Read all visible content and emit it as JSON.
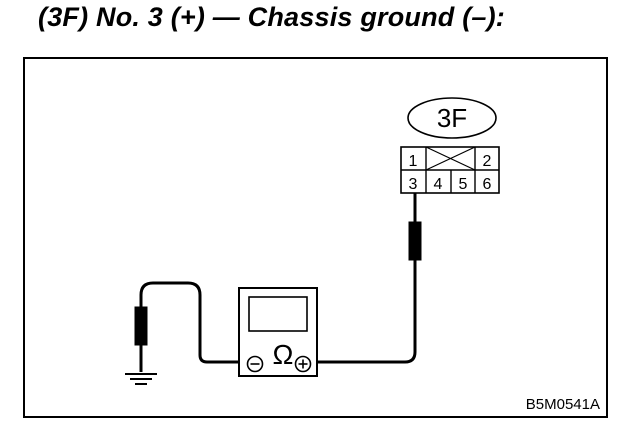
{
  "title": "(3F) No. 3 (+) — Chassis ground (–):",
  "connector": {
    "label": "3F",
    "pins": [
      "1",
      "2",
      "3",
      "4",
      "5",
      "6"
    ]
  },
  "meter": {
    "symbol": "Ω",
    "negative_terminal": "⊖",
    "positive_terminal": "⊕"
  },
  "figure_code": "B5M0541A"
}
